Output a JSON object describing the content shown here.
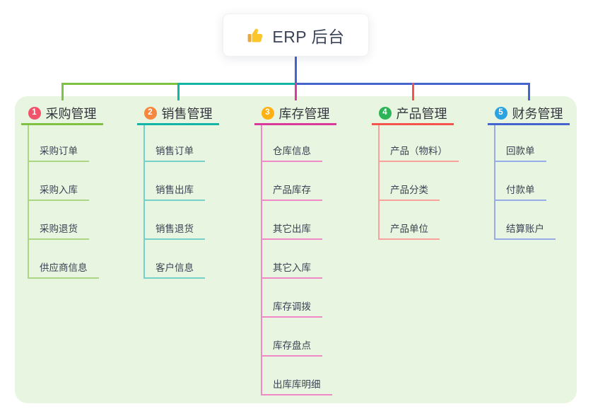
{
  "root": {
    "title": "ERP 后台",
    "icon": "thumbs-up"
  },
  "colors": {
    "root_connector": "#4565ce",
    "panel_bg": "#e8f6e1",
    "root_text": "#3a4356",
    "title_text": "#33373d",
    "child_text": "#3c4254"
  },
  "branches": [
    {
      "index": "1",
      "title": "采购管理",
      "badge_color": "#f3536a",
      "line_color": "#7fc241",
      "child_line_color": "#abd683",
      "children": [
        "采购订单",
        "采购入库",
        "采购退货",
        "供应商信息"
      ]
    },
    {
      "index": "2",
      "title": "销售管理",
      "badge_color": "#f6873e",
      "line_color": "#13b5a7",
      "child_line_color": "#74d2c8",
      "children": [
        "销售订单",
        "销售出库",
        "销售退货",
        "客户信息"
      ]
    },
    {
      "index": "3",
      "title": "库存管理",
      "badge_color": "#ffb012",
      "line_color": "#da3a99",
      "child_line_color": "#ef8ac6",
      "children": [
        "仓库信息",
        "产品库存",
        "其它出库",
        "其它入库",
        "库存调拨",
        "库存盘点",
        "出库库明细"
      ]
    },
    {
      "index": "4",
      "title": "产品管理",
      "badge_color": "#2db458",
      "line_color": "#f5544c",
      "child_line_color": "#f9a19b",
      "children": [
        "产品（物料）",
        "产品分类",
        "产品单位"
      ]
    },
    {
      "index": "5",
      "title": "财务管理",
      "badge_color": "#2ba3e1",
      "line_color": "#4565ce",
      "child_line_color": "#97abe6",
      "children": [
        "回款单",
        "付款单",
        "结算账户"
      ]
    }
  ]
}
